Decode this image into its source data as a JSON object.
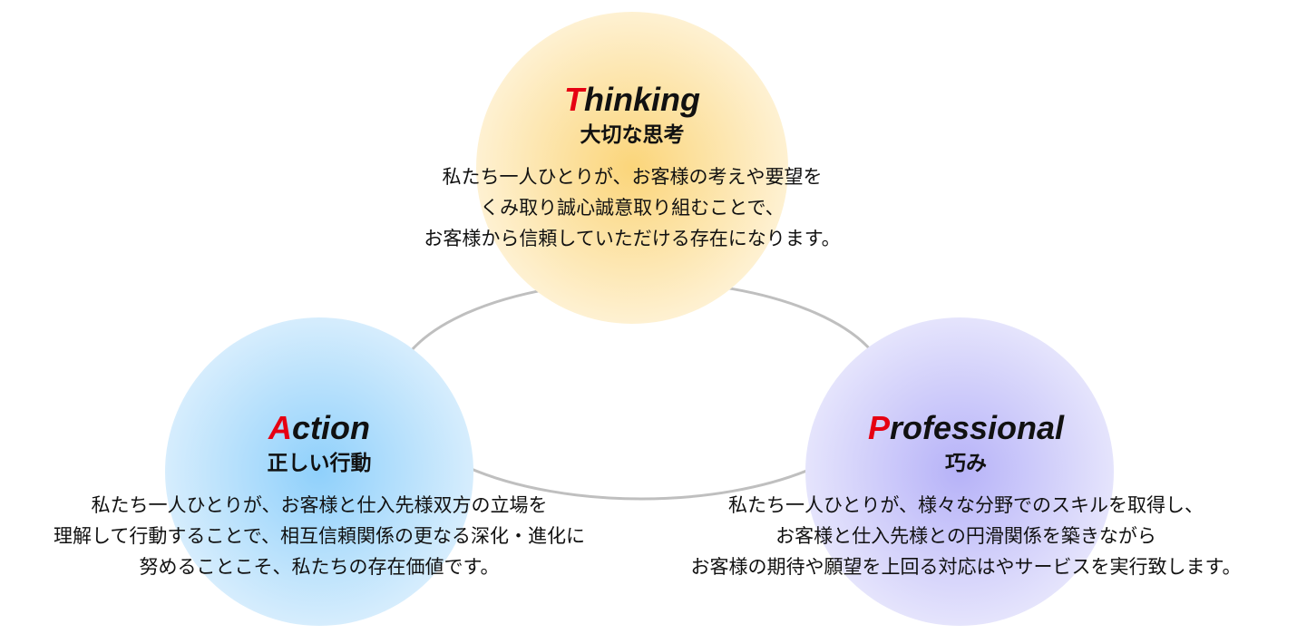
{
  "colors": {
    "accent_letter": "#e60012",
    "thinking": "#fcd77a",
    "action": "#93d2fb",
    "professional": "#bdb9f8",
    "ring": "#bfbfbf"
  },
  "thinking": {
    "title_first": "T",
    "title_rest": "hinking",
    "subtitle": "大切な思考",
    "lines": [
      "私たち一人ひとりが、お客様の考えや要望を",
      "くみ取り誠心誠意取り組むことで、",
      "お客様から信頼していただける存在になります。"
    ]
  },
  "action": {
    "title_first": "A",
    "title_rest": "ction",
    "subtitle": "正しい行動",
    "lines": [
      "私たち一人ひとりが、お客様と仕入先様双方の立場を",
      "理解して行動することで、相互信頼関係の更なる深化・進化に",
      "努めることこそ、私たちの存在価値です。"
    ]
  },
  "professional": {
    "title_first": "P",
    "title_rest": "rofessional",
    "subtitle": "巧み",
    "lines": [
      "私たち一人ひとりが、様々な分野でのスキルを取得し、",
      "お客様と仕入先様との円滑関係を築きながら",
      "お客様の期待や願望を上回る対応はやサービスを実行致します。"
    ]
  }
}
